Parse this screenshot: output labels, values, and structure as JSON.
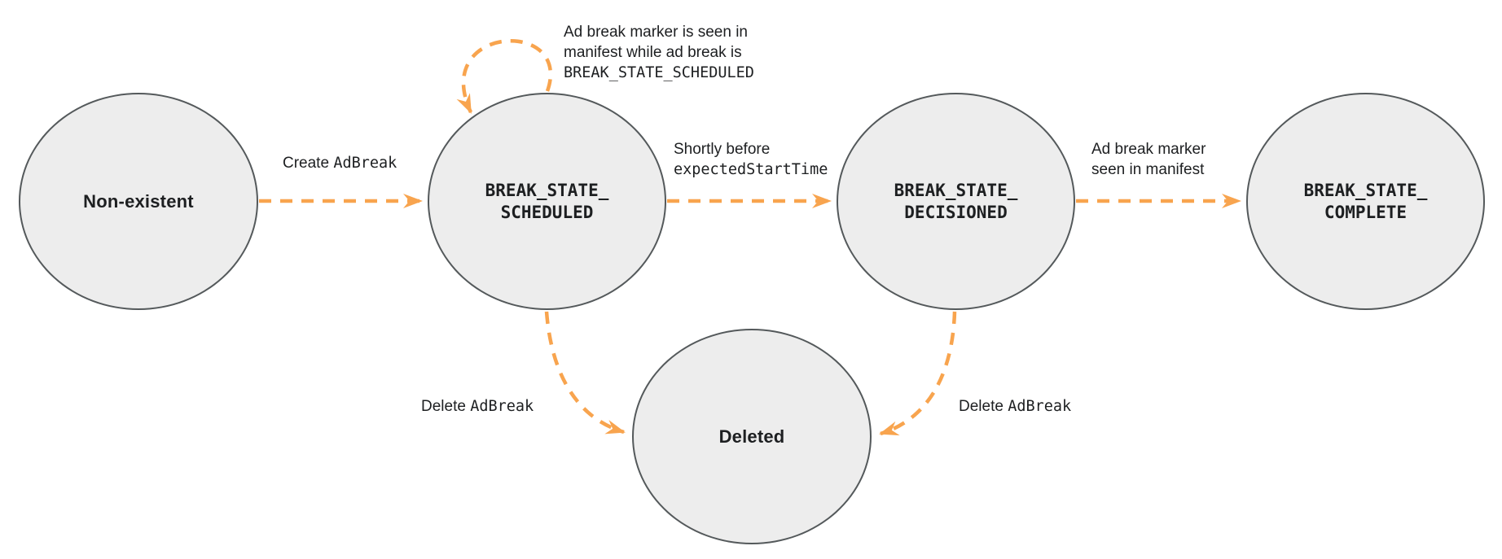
{
  "colors": {
    "arrow_orange": "#F8A44E",
    "node_fill": "#EDEDED",
    "node_border": "#54595B",
    "text": "#1D1F21"
  },
  "states": {
    "non_existent": {
      "label": "Non-existent"
    },
    "scheduled": {
      "label": "BREAK_STATE_\nSCHEDULED"
    },
    "decisioned": {
      "label": "BREAK_STATE_\nDECISIONED"
    },
    "complete": {
      "label": "BREAK_STATE_\nCOMPLETE"
    },
    "deleted": {
      "label": "Deleted"
    }
  },
  "transitions": {
    "create": {
      "plain": "Create ",
      "code": "AdBreak"
    },
    "self_loop": {
      "line1": "Ad break marker is seen in",
      "line2": "manifest while ad break is",
      "code": "BREAK_STATE_SCHEDULED"
    },
    "shortly_before": {
      "plain": "Shortly before",
      "code": "expectedStartTime"
    },
    "marker_seen": {
      "line1": "Ad break marker",
      "line2": "seen in manifest"
    },
    "delete_from_scheduled": {
      "plain": "Delete ",
      "code": "AdBreak"
    },
    "delete_from_decisioned": {
      "plain": "Delete ",
      "code": "AdBreak"
    }
  }
}
